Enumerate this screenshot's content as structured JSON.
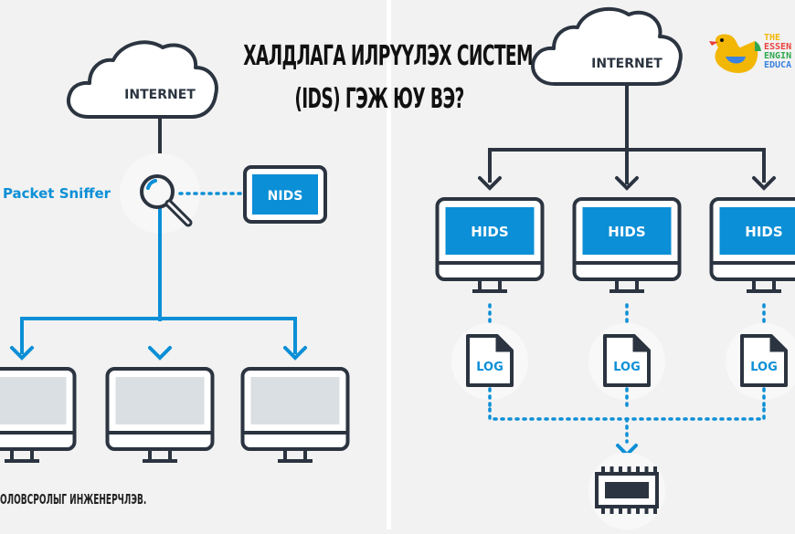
{
  "title": {
    "line1": "ХАЛДЛАГА ИЛРҮҮЛЭХ СИСТЕМ",
    "line2": "(IDS) ГЭЖ ЮУ ВЭ?"
  },
  "caption": "ОЛОВСРОЛЫГ ИНЖЕНЕРЧЛЭВ.",
  "logo": {
    "lines": [
      "THE",
      "ESSEN",
      "ENGIN",
      "EDUCA"
    ],
    "colors": [
      "#f2b705",
      "#e8413c",
      "#2fa84f",
      "#3b82e0"
    ],
    "icon": "duck-icon"
  },
  "colors": {
    "background": "#f2f2f2",
    "stroke": "#2b3440",
    "accent": "#0b8fd6",
    "screen_gray": "#d9dfe2",
    "white": "#ffffff"
  },
  "left_diagram": {
    "cloud_label": "INTERNET",
    "sniffer_label": "Packet Sniffer",
    "nids_label": "NIDS",
    "hosts": [
      "",
      "",
      ""
    ]
  },
  "right_diagram": {
    "cloud_label": "INTERNET",
    "hosts": [
      {
        "label": "HIDS",
        "log": "LOG"
      },
      {
        "label": "HIDS",
        "log": "LOG"
      },
      {
        "label": "HIDS",
        "log": "LOG"
      }
    ],
    "collector_icon": "chip-icon"
  }
}
